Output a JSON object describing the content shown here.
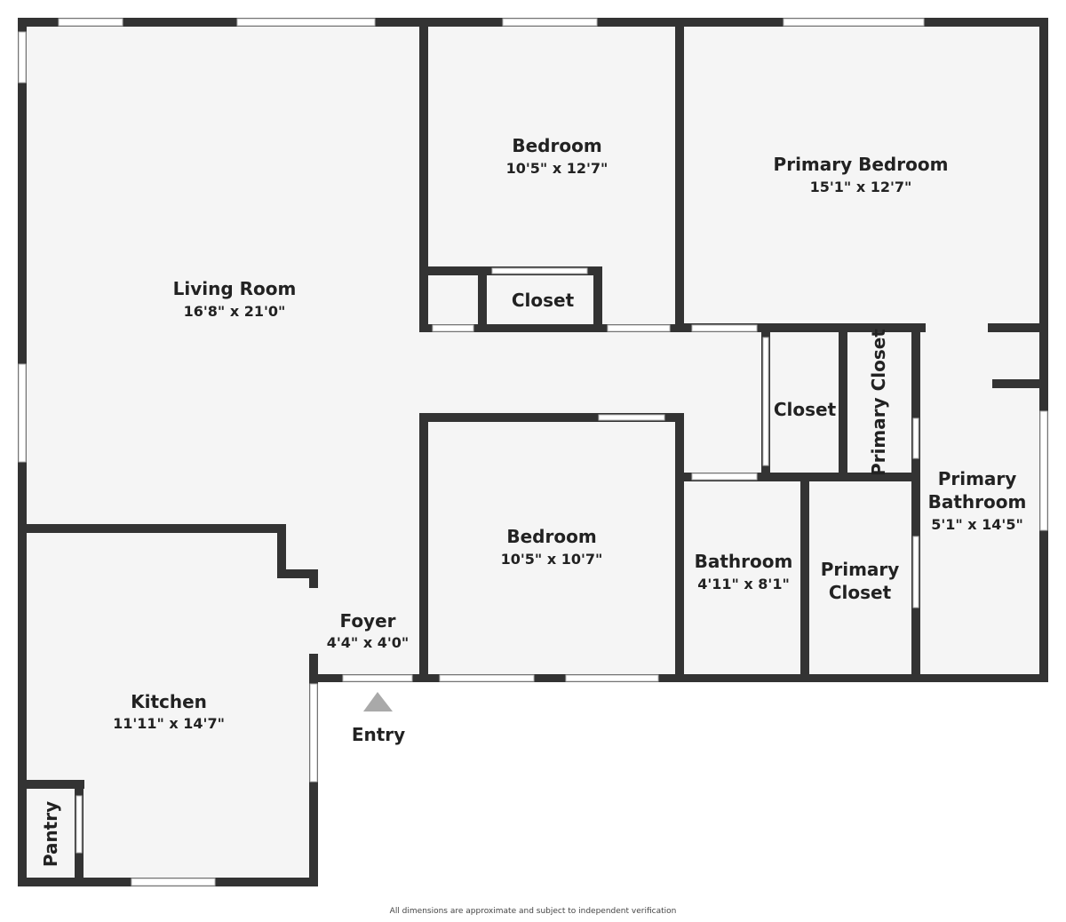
{
  "colors": {
    "floor": "#f5f5f5",
    "wall": "#333333",
    "window": "#ffffff",
    "entry_marker": "#a9a9a9"
  },
  "rooms": {
    "living_room": {
      "name": "Living Room",
      "dims": "16'8\" x 21'0\""
    },
    "bedroom_1": {
      "name": "Bedroom",
      "dims": "10'5\" x 12'7\""
    },
    "primary_bedroom": {
      "name": "Primary Bedroom",
      "dims": "15'1\" x 12'7\""
    },
    "closet_1": {
      "name": "Closet"
    },
    "closet_2": {
      "name": "Closet"
    },
    "primary_closet_1": {
      "name": "Primary Closet"
    },
    "primary_closet_2": {
      "name_line1": "Primary",
      "name_line2": "Closet"
    },
    "primary_bathroom": {
      "name_line1": "Primary",
      "name_line2": "Bathroom",
      "dims": "5'1\" x 14'5\""
    },
    "bedroom_2": {
      "name": "Bedroom",
      "dims": "10'5\" x 10'7\""
    },
    "bathroom": {
      "name": "Bathroom",
      "dims": "4'11\" x 8'1\""
    },
    "foyer": {
      "name": "Foyer",
      "dims": "4'4\" x 4'0\""
    },
    "kitchen": {
      "name": "Kitchen",
      "dims": "11'11\" x 14'7\""
    },
    "pantry": {
      "name": "Pantry"
    }
  },
  "entry": {
    "label": "Entry"
  },
  "footer": {
    "disclaimer": "All dimensions are approximate and subject to independent verification"
  }
}
